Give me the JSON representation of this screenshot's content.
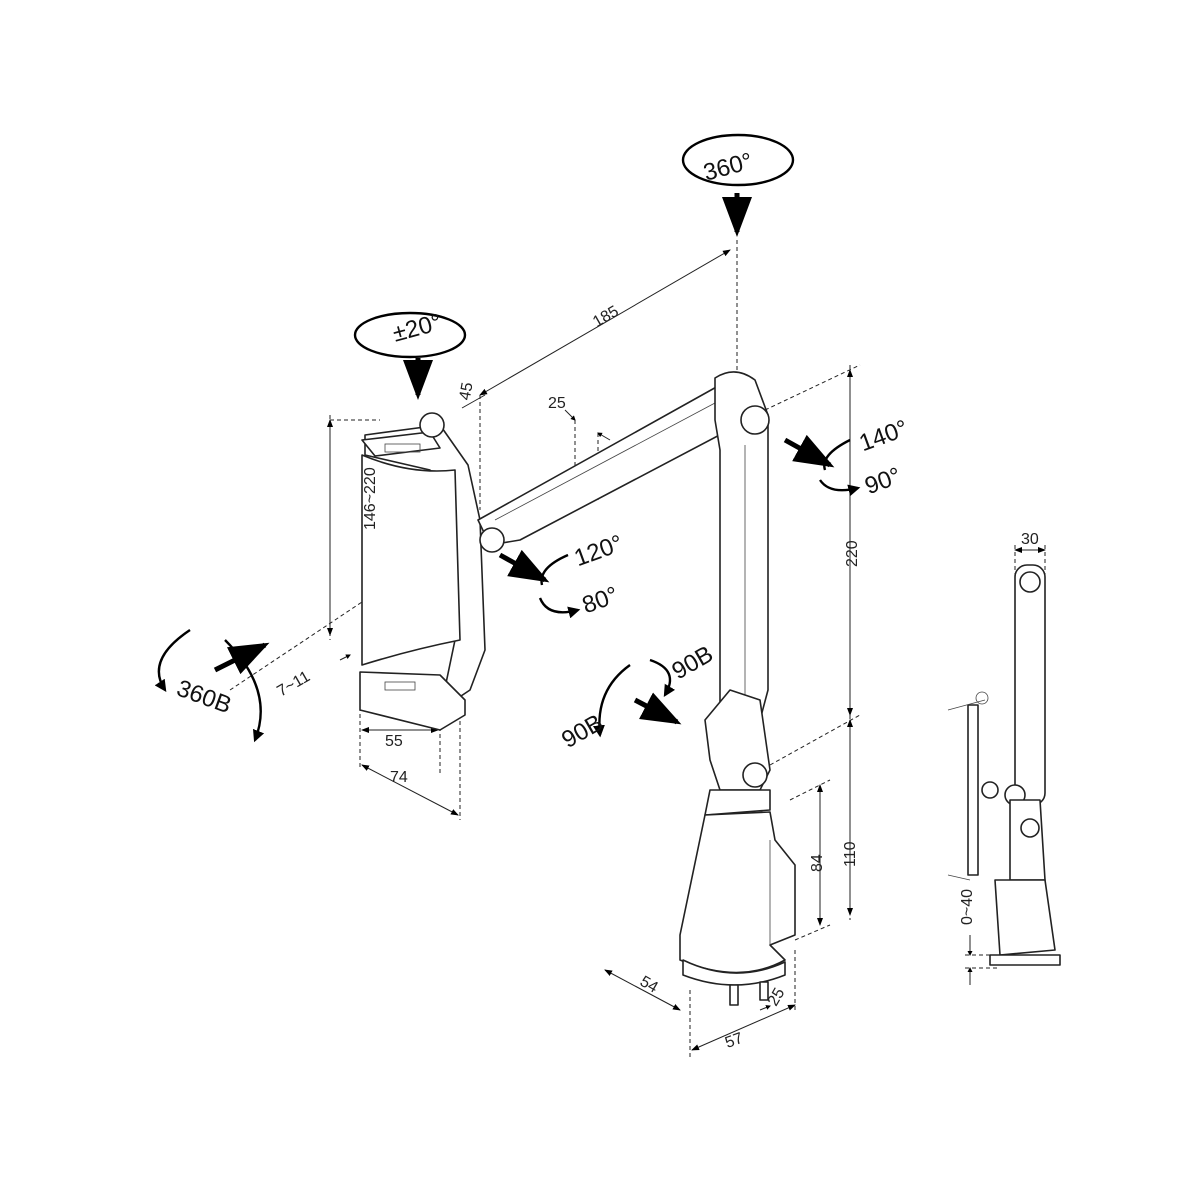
{
  "rotations": {
    "top_swivel": "360°",
    "holder_tilt": "±20°",
    "upper_joint_up": "140°",
    "upper_joint_down": "90°",
    "holder_joint_up": "120°",
    "holder_joint_down": "80°",
    "holder_rotate": "360B",
    "lower_joint_left": "90B",
    "lower_joint_right": "90B"
  },
  "dimensions": {
    "arm_length": "185",
    "holder_offset": "45",
    "arm_width": "25",
    "holder_height": "146~220",
    "holder_depth": "7~11",
    "holder_width_inner": "55",
    "holder_width_outer": "74",
    "pole_height": "220",
    "base_height": "110",
    "clamp_height": "84",
    "base_depth": "54",
    "base_width": "57",
    "base_lip": "25",
    "side_width": "30",
    "clamp_range": "0~40"
  }
}
